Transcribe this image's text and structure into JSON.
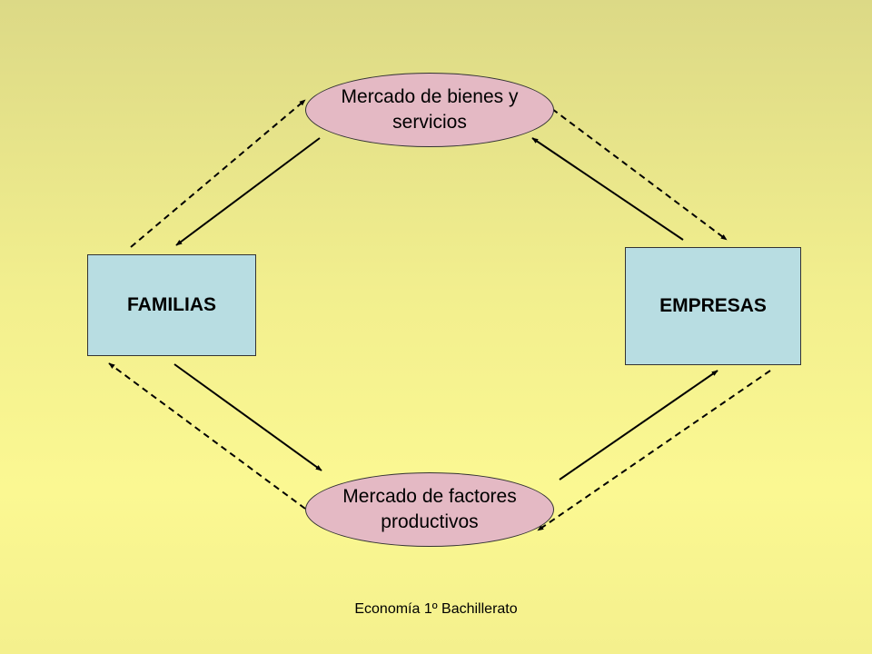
{
  "diagram": {
    "nodes": {
      "familias": "FAMILIAS",
      "empresas": "EMPRESAS",
      "mercado_bienes": "Mercado de bienes y servicios",
      "mercado_factores": "Mercado de factores productivos"
    },
    "footer": "Economía 1º Bachillerato",
    "colors": {
      "box_fill": "#b8dde2",
      "ellipse_fill": "#e4b9c4",
      "background": "#f2ef8e",
      "stroke": "#000000"
    },
    "edges": [
      {
        "from": "mercado_bienes",
        "to": "familias",
        "style": "solid"
      },
      {
        "from": "empresas",
        "to": "mercado_bienes",
        "style": "solid"
      },
      {
        "from": "familias",
        "to": "mercado_factores",
        "style": "solid"
      },
      {
        "from": "mercado_factores",
        "to": "empresas",
        "style": "solid"
      },
      {
        "from": "familias",
        "to": "mercado_bienes",
        "style": "dashed"
      },
      {
        "from": "mercado_bienes",
        "to": "empresas",
        "style": "dashed"
      },
      {
        "from": "empresas",
        "to": "mercado_factores",
        "style": "dashed"
      },
      {
        "from": "mercado_factores",
        "to": "familias",
        "style": "dashed"
      }
    ]
  }
}
